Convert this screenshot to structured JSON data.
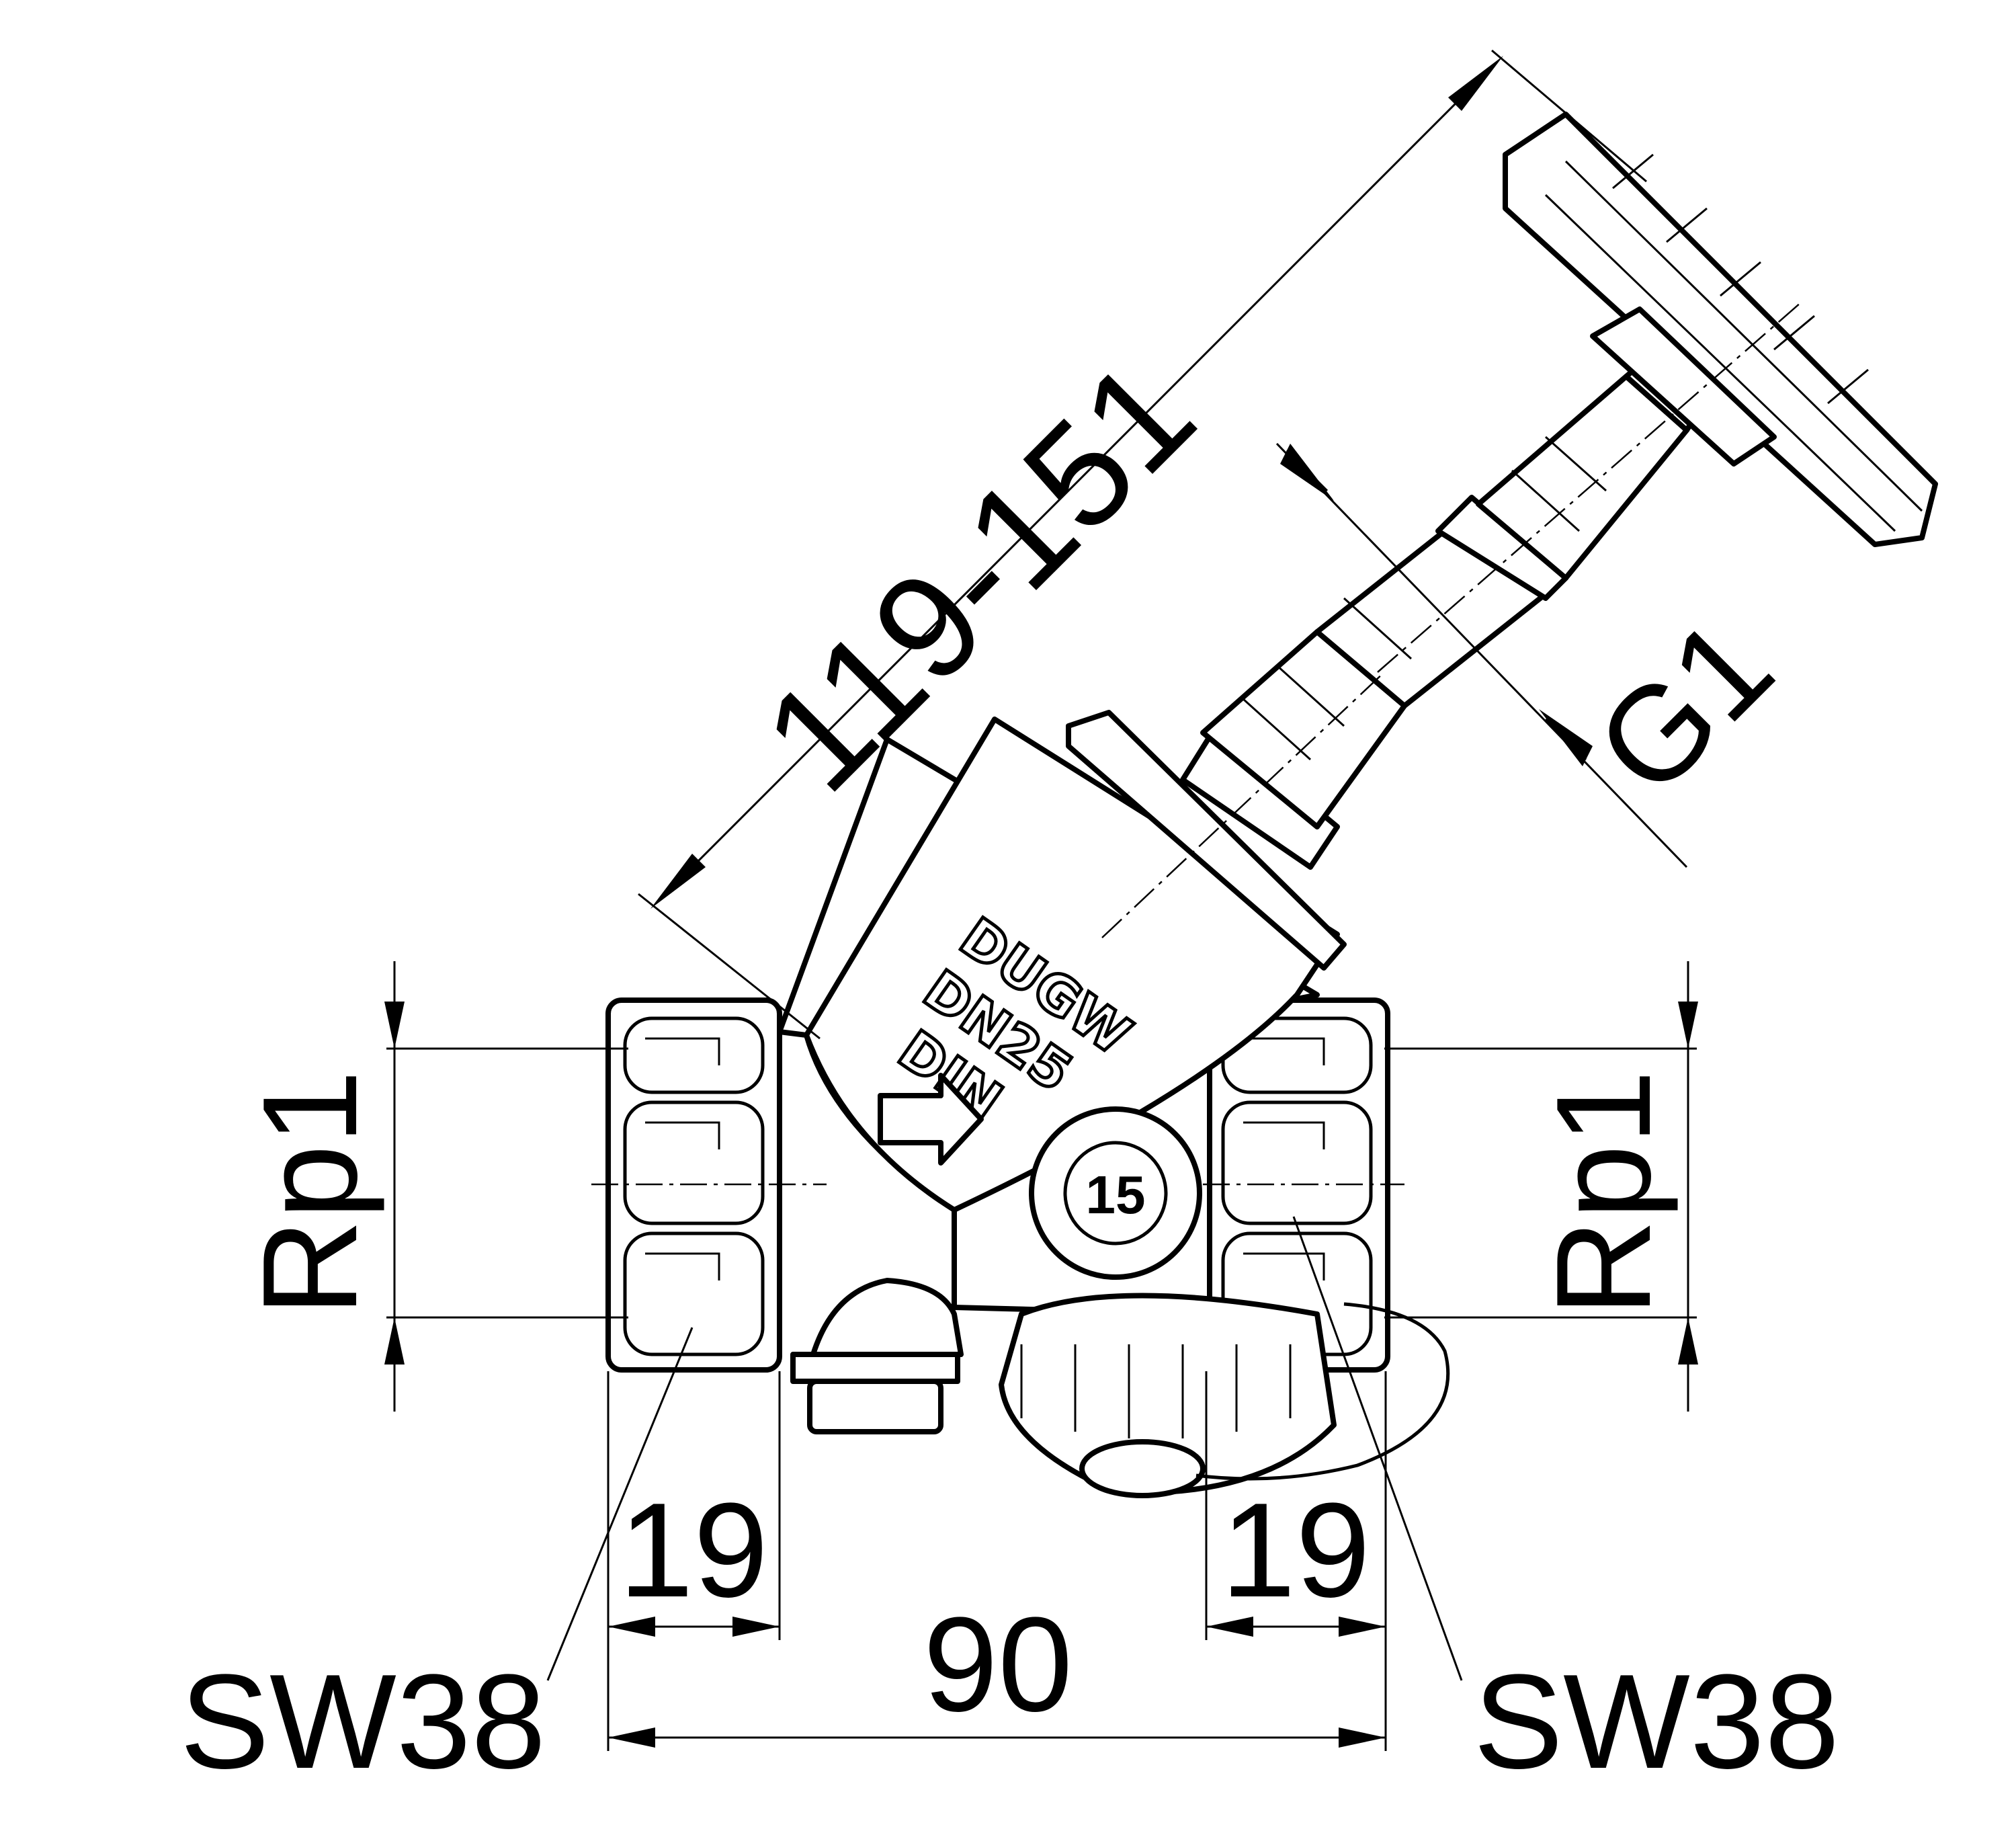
{
  "dimensions": {
    "overall_length": "119-151",
    "thread_g": "G1",
    "rp_left": "Rp1",
    "rp_right": "Rp1",
    "width_total": "90",
    "width_left": "19",
    "width_right": "19",
    "sw_left": "SW38",
    "sw_right": "SW38"
  },
  "marking": {
    "line1": "DUGW",
    "line2": "DN25",
    "line3": "DIN"
  },
  "emblem": "15"
}
